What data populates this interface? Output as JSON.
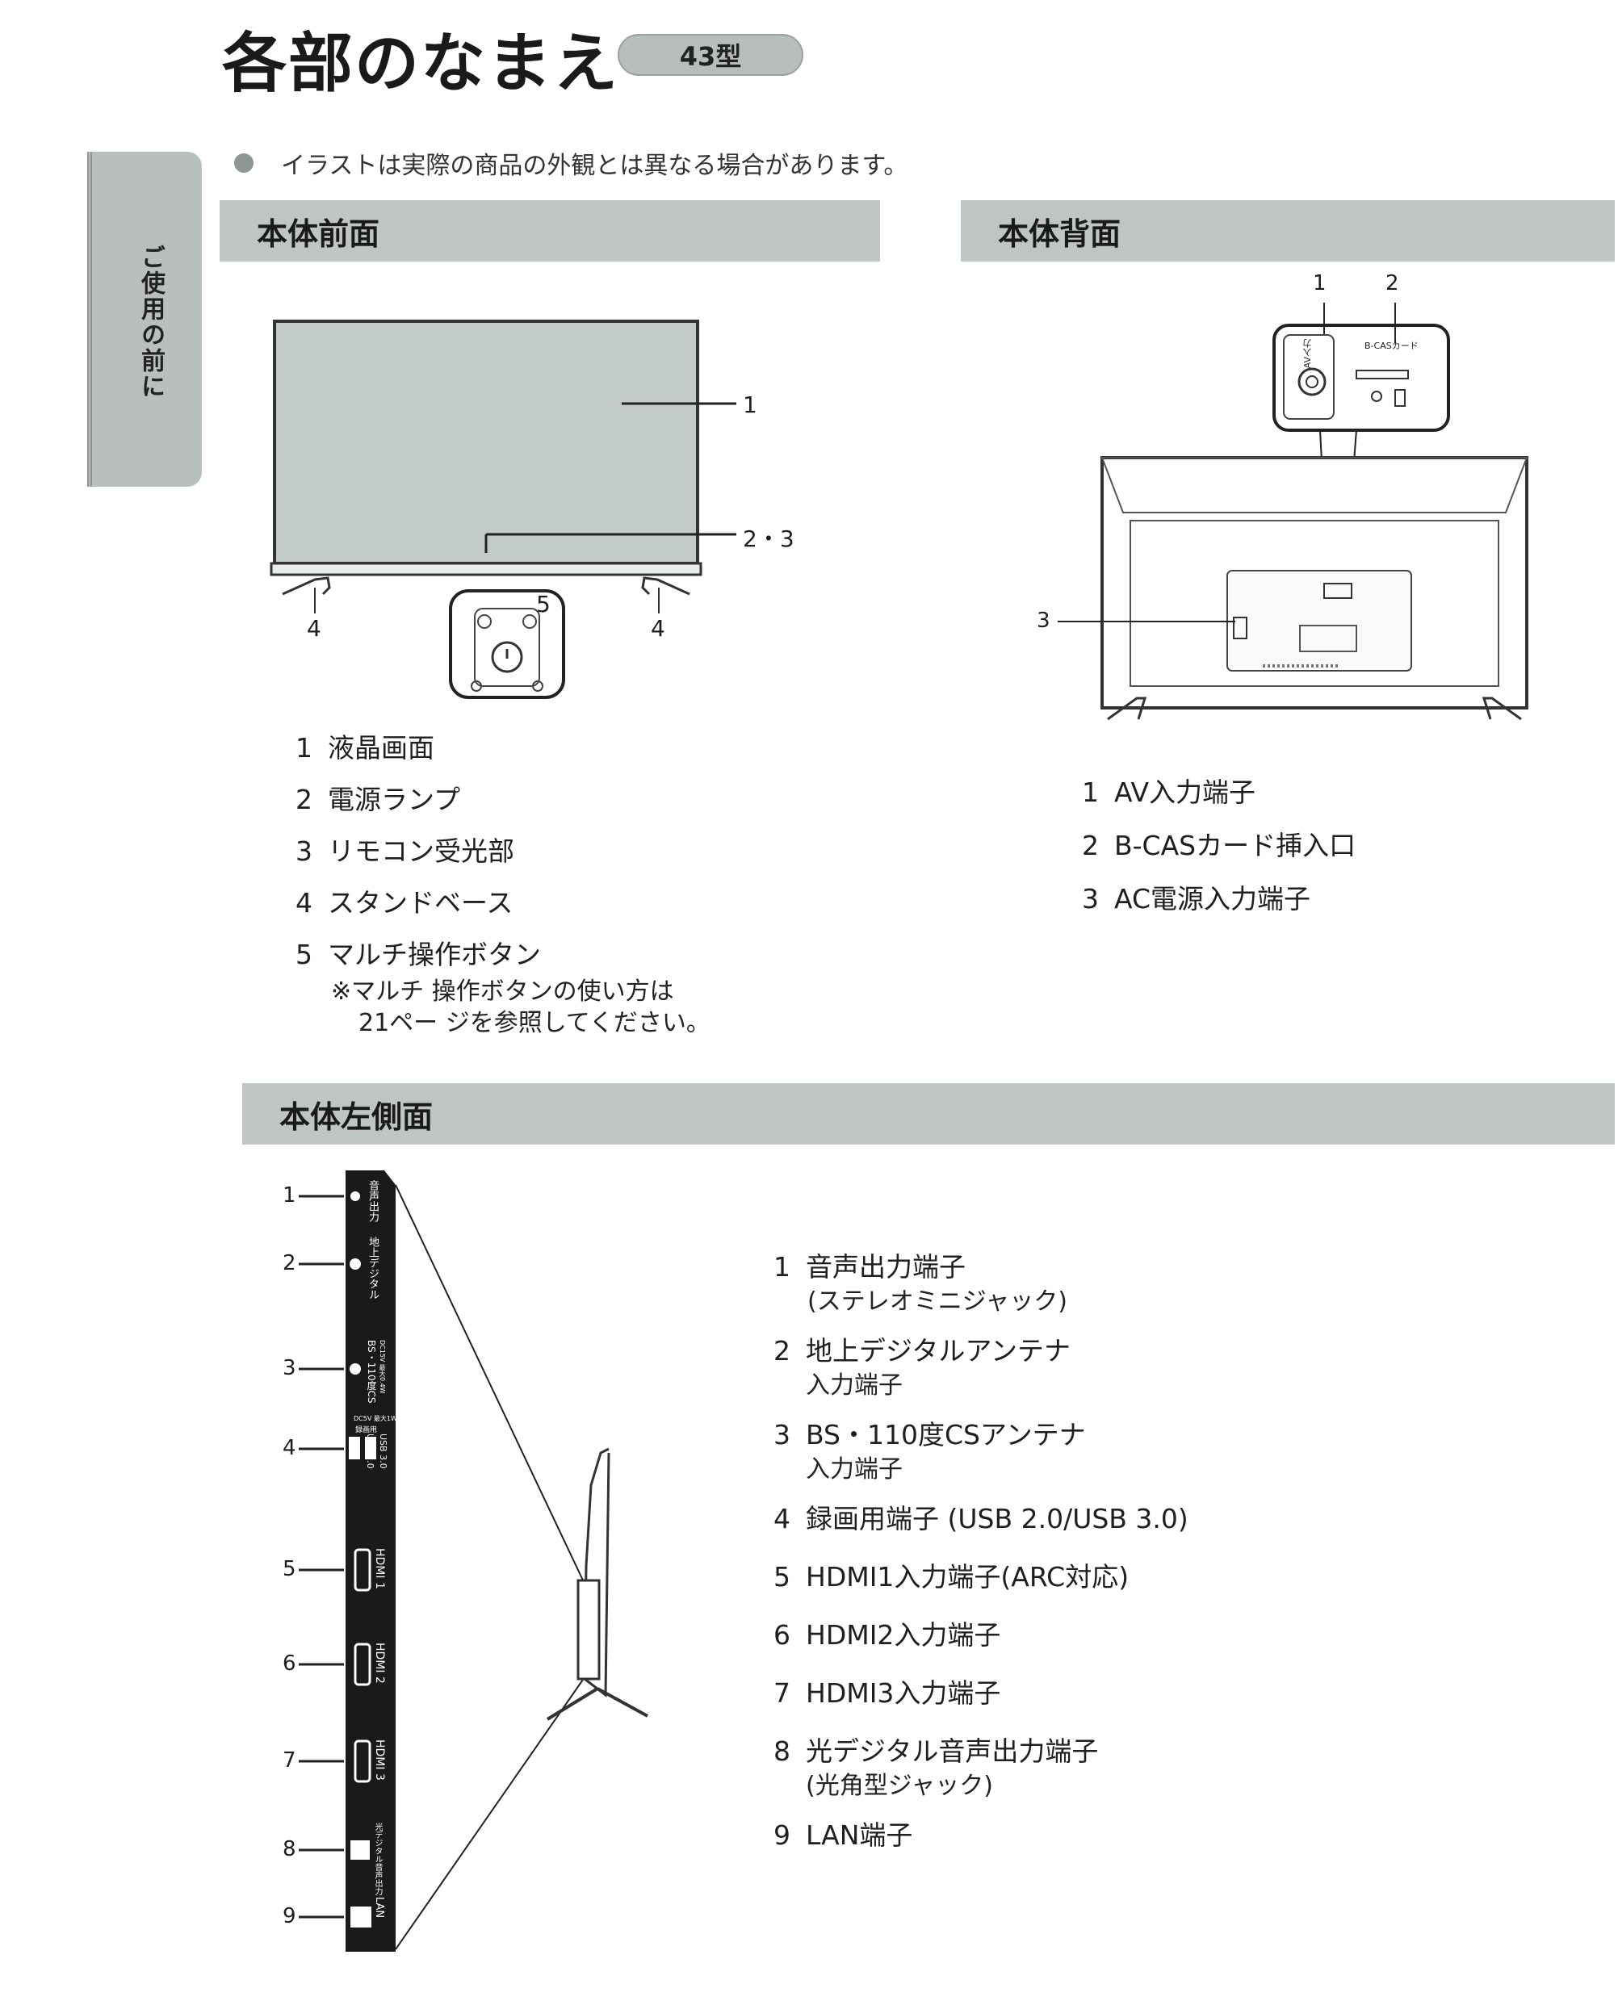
{
  "page": {
    "title": "各部のなまえ",
    "badge": "43型",
    "side_tab": "ご使用の前に",
    "note": "イラストは実際の商品の外観とは異なる場合があります。"
  },
  "front": {
    "heading": "本体前面",
    "callouts": [
      "1",
      "2・3",
      "4",
      "4",
      "5"
    ],
    "items": [
      {
        "num": "1",
        "label": "液晶画面"
      },
      {
        "num": "2",
        "label": "電源ランプ"
      },
      {
        "num": "3",
        "label": "リモコン受光部"
      },
      {
        "num": "4",
        "label": "スタンドベース"
      },
      {
        "num": "5",
        "label": "マルチ操作ボタン"
      }
    ],
    "item5_note_1": "※マルチ 操作ボタンの使い方は",
    "item5_note_2": "21ペー ジを参照してください。"
  },
  "back": {
    "heading": "本体背面",
    "callouts": [
      "1",
      "2",
      "3"
    ],
    "panel_labels": [
      "AV入力",
      "B-CASカード"
    ],
    "items": [
      {
        "num": "1",
        "label": "AV入力端子"
      },
      {
        "num": "2",
        "label": "B-CASカード挿入口"
      },
      {
        "num": "3",
        "label": "AC電源入力端子"
      }
    ]
  },
  "left_side": {
    "heading": "本体左側面",
    "callouts": [
      "1",
      "2",
      "3",
      "4",
      "5",
      "6",
      "7",
      "8",
      "9"
    ],
    "port_labels": [
      "音声出力",
      "地上デジタル",
      "BS・110度CS",
      "DC15V 最大0.4W",
      "USB 2.0",
      "USB 3.0",
      "DC5V 最大1W",
      "録画用",
      "HDMI 1",
      "HDMI 2",
      "HDMI 3",
      "光デジタル音声出力",
      "LAN"
    ],
    "items": [
      {
        "num": "1",
        "label": "音声出力端子",
        "sub": "(ステレオミニジャック)"
      },
      {
        "num": "2",
        "label": "地上デジタルアンテナ",
        "sub": "入力端子"
      },
      {
        "num": "3",
        "label": "BS・110度CSアンテナ",
        "sub": "入力端子"
      },
      {
        "num": "4",
        "label": "録画用端子 (USB 2.0/USB 3.0)",
        "sub": ""
      },
      {
        "num": "5",
        "label": "HDMI1入力端子(ARC対応)",
        "sub": ""
      },
      {
        "num": "6",
        "label": "HDMI2入力端子",
        "sub": ""
      },
      {
        "num": "7",
        "label": "HDMI3入力端子",
        "sub": ""
      },
      {
        "num": "8",
        "label": "光デジタル音声出力端子",
        "sub": "(光角型ジャック)"
      },
      {
        "num": "9",
        "label": "LAN端子",
        "sub": ""
      }
    ]
  }
}
